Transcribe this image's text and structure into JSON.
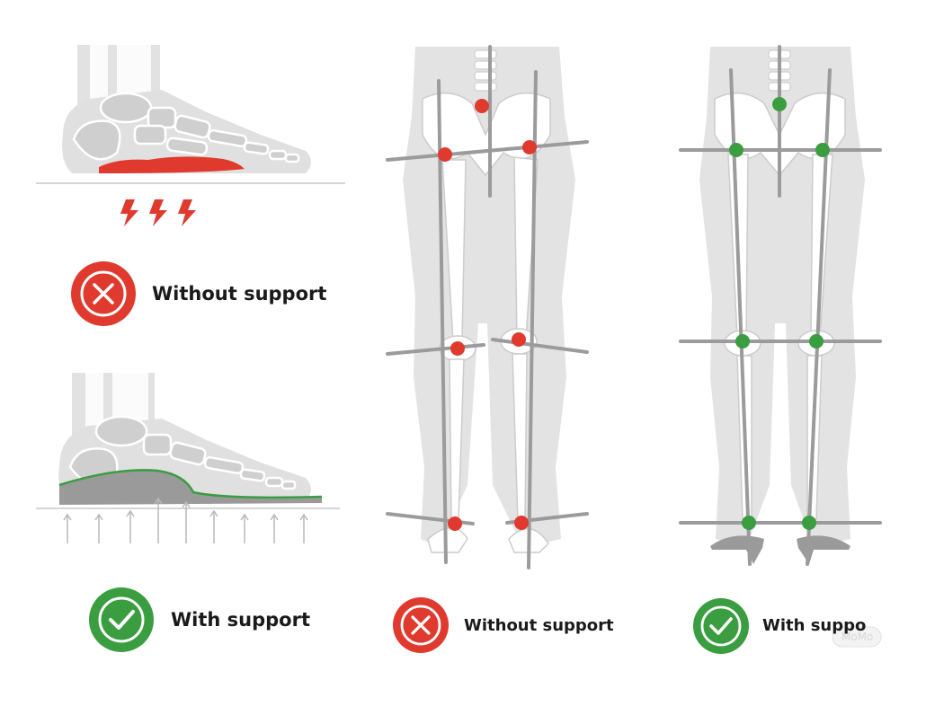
{
  "labels": {
    "foot_without": "Without support",
    "foot_with": "With support",
    "legs_without": "Without support",
    "legs_with": "With suppo"
  },
  "watermark": {
    "badge": "MoMo"
  },
  "colors": {
    "bad": "#e03a2f",
    "good": "#3a9d3f",
    "bone": "#d9d9d9",
    "bone_outline": "#ffffff",
    "axis_line": "#9b9b9b",
    "insole": "#9a9a9a",
    "ground_line": "#c8c8c8",
    "arrow": "#b9b9b9"
  },
  "icons": {
    "bad": "x-circle-icon",
    "good": "check-circle-icon",
    "pressure": "lightning-icon"
  }
}
